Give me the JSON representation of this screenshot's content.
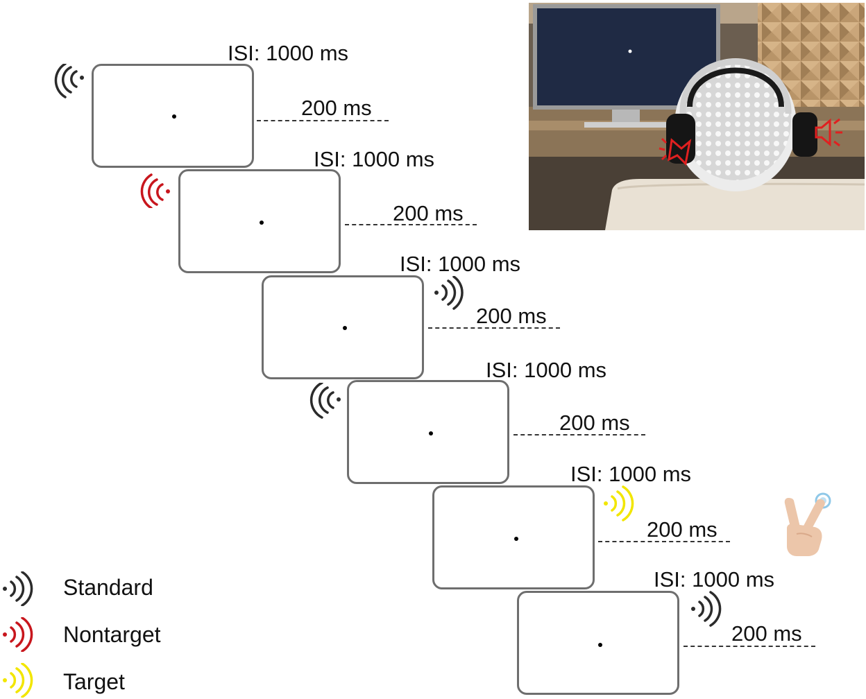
{
  "trials": [
    {
      "isi": "ISI: 1000 ms",
      "duration": "200 ms",
      "stimulus": "standard"
    },
    {
      "isi": "ISI: 1000 ms",
      "duration": "200 ms",
      "stimulus": "nontarget"
    },
    {
      "isi": "ISI: 1000 ms",
      "duration": "200 ms",
      "stimulus": "standard"
    },
    {
      "isi": "ISI: 1000 ms",
      "duration": "200 ms",
      "stimulus": "standard"
    },
    {
      "isi": "ISI: 1000 ms",
      "duration": "200 ms",
      "stimulus": "target"
    },
    {
      "isi": "ISI: 1000 ms",
      "duration": "200 ms",
      "stimulus": "standard"
    }
  ],
  "legend": [
    {
      "label": "Standard",
      "color": "#2b2b2b"
    },
    {
      "label": "Nontarget",
      "color": "#c8161d"
    },
    {
      "label": "Target",
      "color": "#f2e600"
    }
  ],
  "colors": {
    "standard": "#2b2b2b",
    "nontarget": "#c8161d",
    "target": "#f2e600",
    "speaker_marker": "#e02020",
    "screen_border": "#6e6e6e"
  },
  "icons": {
    "sound": "sound-wave-icon",
    "response": "two-finger-tap-icon",
    "speaker": "speaker-icon"
  }
}
